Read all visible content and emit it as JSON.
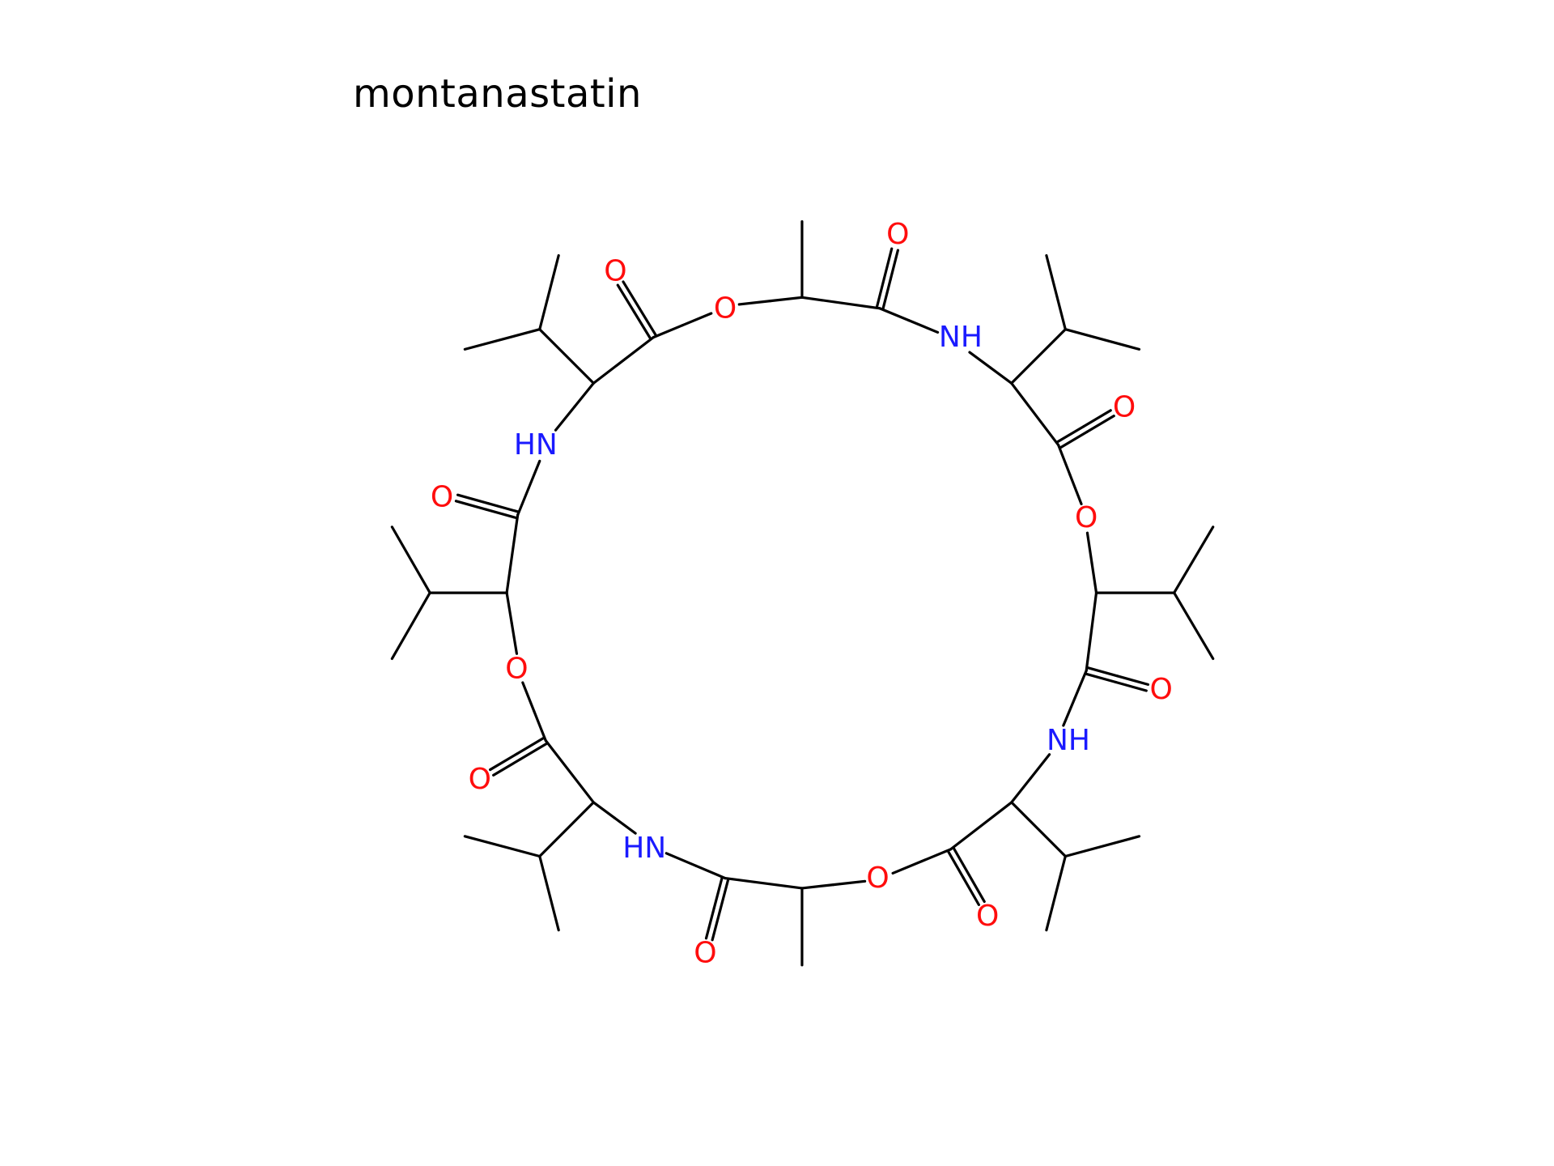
{
  "title": "montanastatin",
  "colors": {
    "bond": "#000000",
    "oxygen": "#ff0d0d",
    "nitrogen": "#1a1aff",
    "background": "#ffffff"
  },
  "atom_labels": {
    "oxygen": "O",
    "nh_right": "NH",
    "nh_left": "HN"
  }
}
